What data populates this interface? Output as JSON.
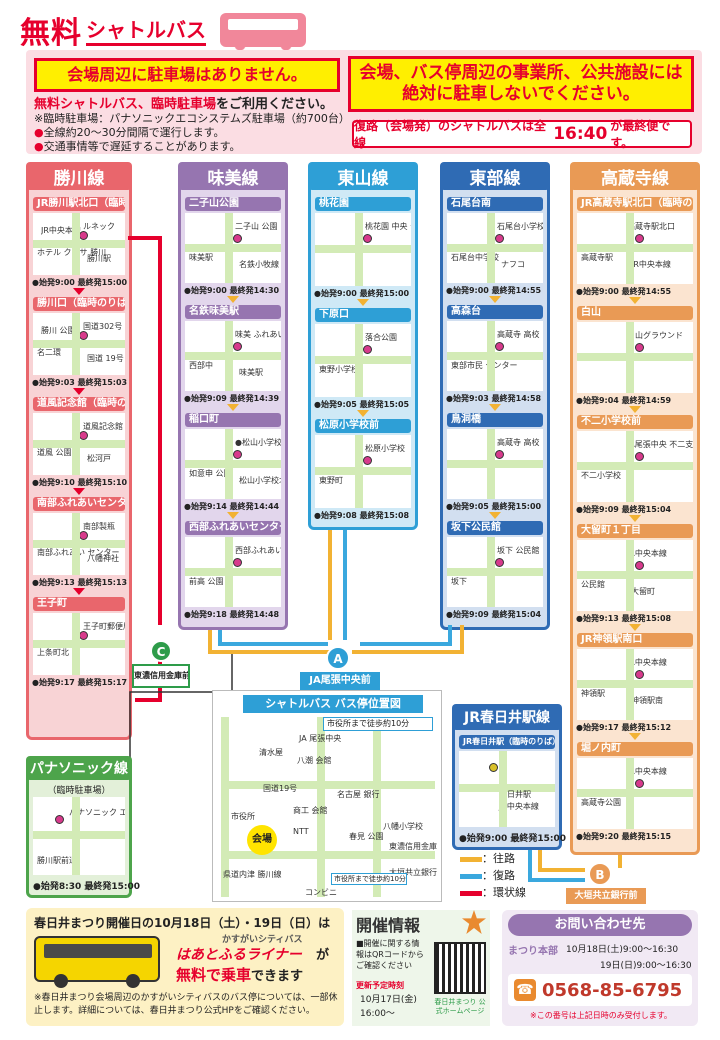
{
  "header": {
    "title_red": "無料",
    "title_katakana": "シャトルバス"
  },
  "notices": {
    "no_parking": "会場周辺に駐車場はありません。",
    "do_not_park": "会場、バス停周辺の事業所、公共施設には絶対に駐車しないでください。",
    "use_shuttle_prefix": "無料シャトルバス",
    "use_shuttle_mid": "、臨時駐車場",
    "use_shuttle_suffix": "をご利用ください。",
    "temp_lot": "※臨時駐車場：パナソニックエコシステムズ駐車場（約700台）",
    "bullet1": "全線約20〜30分間隔で運行します。",
    "bullet2": "交通事情等で遅延することがあります。",
    "last_bus_prefix": "復路（会場発）のシャトルバスは全線",
    "last_bus_time": "16:40",
    "last_bus_suffix": "が最終便です。"
  },
  "lines": [
    {
      "name": "勝川線",
      "color": "#e9666c",
      "light": "#f8d3d5",
      "stops": [
        {
          "name": "JR勝川駅北口（臨時のりば）",
          "times": "●始発9:00 最終発15:00",
          "labels": [
            "ルネック",
            "ホテル クラサ 勝川",
            "勝川駅",
            "JR中央本線"
          ]
        },
        {
          "name": "勝川口（臨時のりば）",
          "times": "●始発9:03 最終発15:03",
          "labels": [
            "国道302号",
            "名二環",
            "国道 19号",
            "勝川 公園"
          ]
        },
        {
          "name": "道風記念館（臨時のりば）",
          "times": "●始発9:10 最終発15:10",
          "labels": [
            "道風記念館",
            "道風 公園",
            "松河戸"
          ]
        },
        {
          "name": "南部ふれあいセンター",
          "times": "●始発9:13 最終発15:13",
          "labels": [
            "南部製瓶",
            "南部ふれあい センター",
            "八幡神社"
          ]
        },
        {
          "name": "王子町",
          "times": "●始発9:17 最終発15:17",
          "labels": [
            "王子町郵便局",
            "上条町北"
          ]
        }
      ]
    },
    {
      "name": "味美線",
      "color": "#9675b0",
      "light": "#e2d6ec",
      "stops": [
        {
          "name": "二子山公園",
          "times": "●始発9:00 最終発14:30",
          "labels": [
            "二子山 公園",
            "味美駅",
            "名鉄小牧線"
          ]
        },
        {
          "name": "名鉄味美駅",
          "times": "●始発9:09 最終発14:39",
          "labels": [
            "味美 ふれあい センター",
            "西部中",
            "味美駅"
          ]
        },
        {
          "name": "稲口町",
          "times": "●始発9:14 最終発14:44",
          "labels": [
            "●松山小学校",
            "如意申 公園",
            "松山小学校北"
          ]
        },
        {
          "name": "西部ふれあいセンター",
          "times": "●始発9:18 最終発14:48",
          "labels": [
            "西部ふれあい センター",
            "前高 公園"
          ]
        }
      ]
    },
    {
      "name": "東山線",
      "color": "#2e9fd6",
      "light": "#cfe9f6",
      "stops": [
        {
          "name": "桃花園",
          "times": "●始発9:00 最終発15:00",
          "labels": [
            "桃花園 中央 公園"
          ]
        },
        {
          "name": "下原口",
          "times": "●始発9:05 最終発15:05",
          "labels": [
            "落合公園",
            "東野小学校"
          ]
        },
        {
          "name": "松原小学校前",
          "times": "●始発9:08 最終発15:08",
          "labels": [
            "松原小学校",
            "東野町"
          ]
        }
      ]
    },
    {
      "name": "東部線",
      "color": "#2f6bb4",
      "light": "#d2dff0",
      "stops": [
        {
          "name": "石尾台南",
          "times": "●始発9:00 最終発14:55",
          "labels": [
            "石尾台小学校",
            "石尾台中学校",
            "ナフコ"
          ]
        },
        {
          "name": "高森台",
          "times": "●始発9:03 最終発14:58",
          "labels": [
            "高蔵寺 高校",
            "東部市民 センター"
          ]
        },
        {
          "name": "鳥洞橋",
          "times": "●始発9:05 最終発15:00",
          "labels": [
            "高蔵寺 高校"
          ]
        },
        {
          "name": "坂下公民館",
          "times": "●始発9:09 最終発15:04",
          "labels": [
            "坂下 公民館",
            "坂下"
          ]
        }
      ]
    },
    {
      "name": "高蔵寺線",
      "color": "#e99a55",
      "light": "#fbe4d0",
      "stops": [
        {
          "name": "JR高蔵寺駅北口（臨時のりば）",
          "times": "●始発9:00 最終発14:55",
          "labels": [
            "高蔵寺駅北口",
            "高蔵寺駅",
            "JR中央本線"
          ]
        },
        {
          "name": "白山",
          "times": "●始発9:04 最終発14:59",
          "labels": [
            "白山グラウンド"
          ]
        },
        {
          "name": "不二小学校前",
          "times": "●始発9:09 最終発15:04",
          "labels": [
            "JA尾張中央 不二支店",
            "不二小学校"
          ]
        },
        {
          "name": "大留町１丁目",
          "times": "●始発9:13 最終発15:08",
          "labels": [
            "JR中央本線",
            "公民館",
            "大留町"
          ]
        },
        {
          "name": "JR神領駅南口",
          "times": "●始発9:17 最終発15:12",
          "labels": [
            "JR中央本線",
            "神領駅",
            "神領駅南"
          ]
        },
        {
          "name": "堀ノ内町",
          "times": "●始発9:20 最終発15:15",
          "labels": [
            "JR中央本線",
            "高蔵寺公園"
          ]
        }
      ]
    }
  ],
  "panasonic": {
    "name": "パナソニック線",
    "sub": "（臨時駐車場）",
    "times": "●始発8:30 最終発15:00",
    "labels": [
      "パナソニック エコシステムズ",
      "勝川駅前通"
    ]
  },
  "jr_kasugai": {
    "name": "JR春日井駅線",
    "stop": "JR春日井駅（臨時のりば）",
    "times": "●始発9:00 最終発15:00",
    "labels": [
      "春日井駅",
      "JR中央本線"
    ]
  },
  "hubs": {
    "c_label": "C",
    "c_name": "東濃信用金庫前",
    "a_label": "A",
    "a_name": "JA尾張中央前",
    "b_label": "B",
    "b_name": "大垣共立銀行前"
  },
  "stop_map": {
    "title": "シャトルバス バス停位置図",
    "walk": "市役所まで徒歩約10分",
    "labels": [
      "JA 尾張中央",
      "清水屋",
      "八潮 会館",
      "国道19号",
      "名古屋 銀行",
      "市役所",
      "商工 会館",
      "NTT",
      "会場",
      "春見 公園",
      "八幡小学校",
      "東濃信用金庫",
      "県道内津 勝川線",
      "大垣共立銀行",
      "コンビニ"
    ]
  },
  "legend": {
    "outbound": "：往路",
    "return": "：復路",
    "loop": "：環状線"
  },
  "festival": {
    "title": "春日井まつり開催日の10月18日（土）・19日（日）は",
    "sub_brand": "かすがいシティバス",
    "brand": "はあとふるライナー",
    "ga": "が",
    "free": "無料で",
    "ride": "乗車",
    "dekimasu": "できます",
    "note": "※春日井まつり会場周辺のかすがいシティバスのバス停については、一部休止します。詳細については、春日井まつり公式HPをご確認ください。"
  },
  "event_info": {
    "title": "開催情報",
    "desc": "■開催に関する情報はQRコードからご確認ください",
    "update_label": "更新予定時刻",
    "update_date": "10月17日(金)",
    "update_time": "16:00〜",
    "qr_caption": "春日井まつり 公式ホームページ"
  },
  "contact": {
    "title": "お問い合わせ先",
    "hq": "まつり本部",
    "d1": "10月18日(土)9:00〜16:30",
    "d2": "19日(日)9:00〜16:30",
    "phone": "0568-85-6795",
    "note": "※この番号は上記日時のみ受付します。"
  },
  "colors": {
    "red": "#e6002d",
    "yellow": "#ffef00",
    "outbound": "#f2b233",
    "return": "#3aa8de",
    "loop": "#e6002d"
  }
}
